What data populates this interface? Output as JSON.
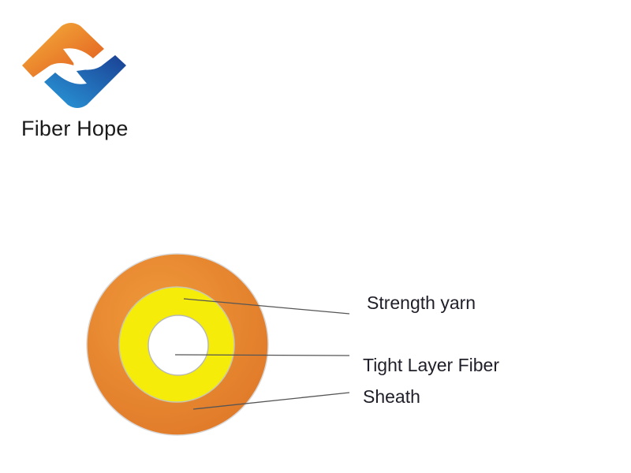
{
  "logo": {
    "brand_name": "Fiber Hope"
  },
  "diagram": {
    "labels": {
      "strength_yarn": "Strength yarn",
      "tight_layer_fiber": "Tight Layer Fiber",
      "sheath": "Sheath"
    },
    "colors": {
      "sheath": "#E8862F",
      "strength_yarn": "#F5EC0A",
      "fiber": "#FFFFFF",
      "logo_orange": "#EE8A2A",
      "logo_blue": "#1F73C4"
    }
  }
}
